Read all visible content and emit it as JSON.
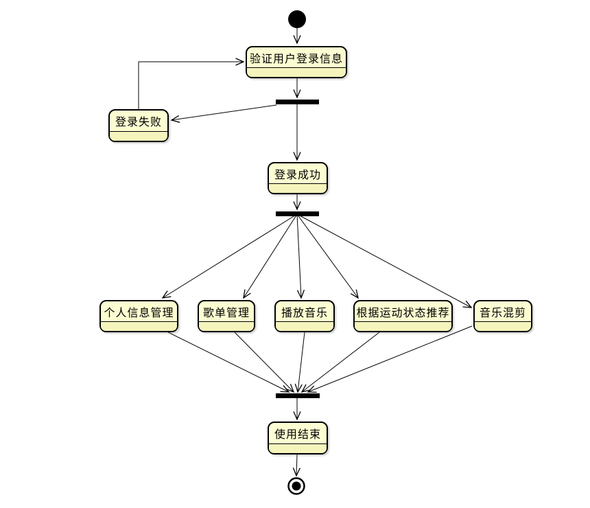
{
  "diagram": {
    "type": "uml-activity-diagram",
    "background": "#ffffff"
  },
  "colors": {
    "node_fill_top": "#fdfdd2",
    "node_fill_bottom": "#f4f4bc",
    "node_border": "#000000",
    "edge_line": "#000000",
    "fork_join_bar": "#000000",
    "terminal_node": "#000000"
  },
  "nodes": {
    "initial": {
      "kind": "initial-node"
    },
    "verify_login": {
      "label": "验证用户登录信息"
    },
    "login_failed": {
      "label": "登录失败"
    },
    "login_success": {
      "label": "登录成功"
    },
    "personal_info": {
      "label": "个人信息管理"
    },
    "playlist_mgmt": {
      "label": "歌单管理"
    },
    "play_music": {
      "label": "播放音乐"
    },
    "sport_recommend": {
      "label": "根据运动状态推荐"
    },
    "music_remix": {
      "label": "音乐混剪"
    },
    "usage_end": {
      "label": "使用结束"
    },
    "final": {
      "kind": "final-node"
    }
  },
  "edges": [
    {
      "from": "initial",
      "to": "verify_login"
    },
    {
      "from": "verify_login",
      "to": "fork_bar_1"
    },
    {
      "from": "fork_bar_1",
      "to": "login_failed"
    },
    {
      "from": "login_failed",
      "to": "verify_login"
    },
    {
      "from": "fork_bar_1",
      "to": "login_success"
    },
    {
      "from": "login_success",
      "to": "fork_bar_2"
    },
    {
      "from": "fork_bar_2",
      "to": "personal_info"
    },
    {
      "from": "fork_bar_2",
      "to": "playlist_mgmt"
    },
    {
      "from": "fork_bar_2",
      "to": "play_music"
    },
    {
      "from": "fork_bar_2",
      "to": "sport_recommend"
    },
    {
      "from": "fork_bar_2",
      "to": "music_remix"
    },
    {
      "from": "personal_info",
      "to": "join_bar"
    },
    {
      "from": "playlist_mgmt",
      "to": "join_bar"
    },
    {
      "from": "play_music",
      "to": "join_bar"
    },
    {
      "from": "sport_recommend",
      "to": "join_bar"
    },
    {
      "from": "music_remix",
      "to": "join_bar"
    },
    {
      "from": "join_bar",
      "to": "usage_end"
    },
    {
      "from": "usage_end",
      "to": "final"
    }
  ]
}
